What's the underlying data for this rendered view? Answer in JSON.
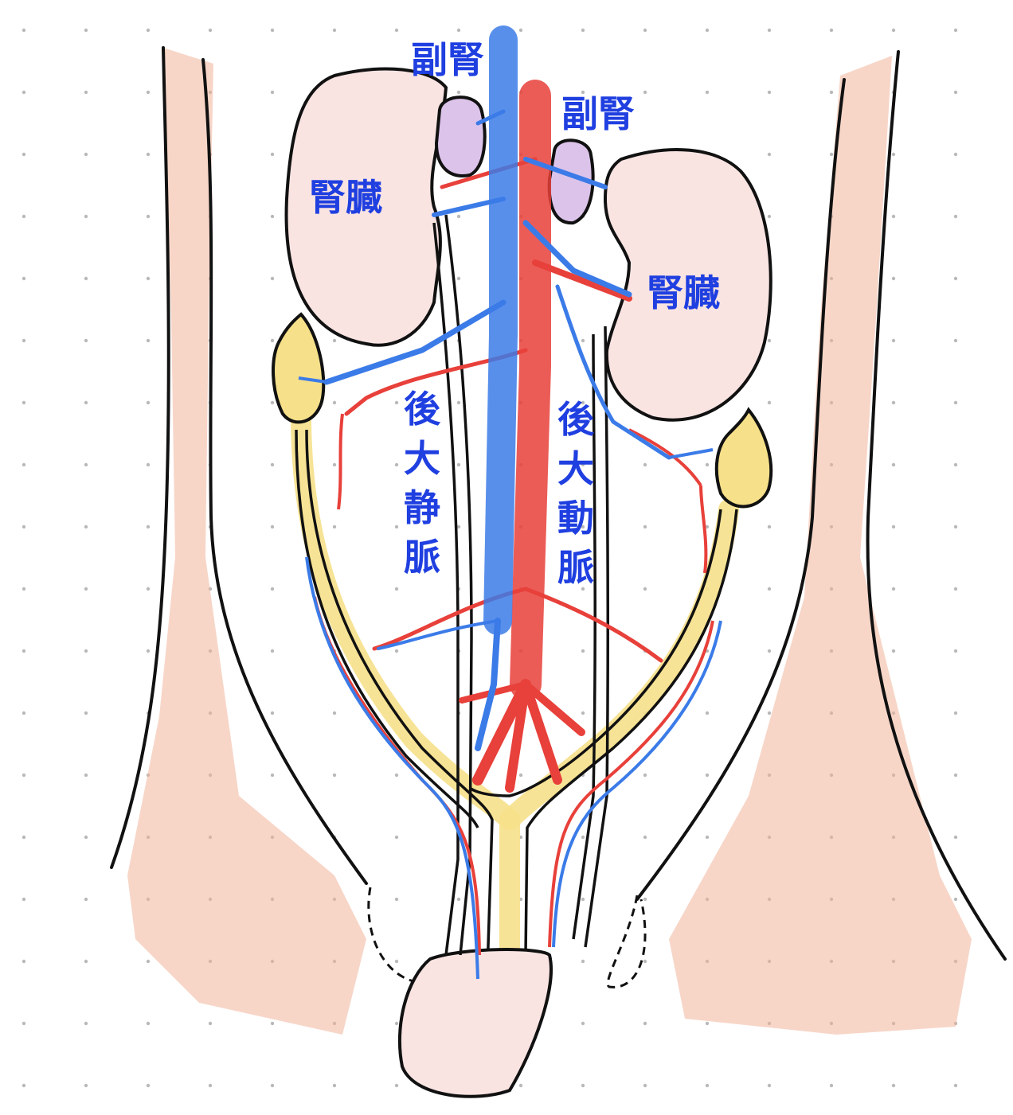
{
  "labels": {
    "adrenal_left": "副腎",
    "adrenal_right": "副腎",
    "kidney_left": "腎臓",
    "kidney_right": "腎臓",
    "ivc": [
      "後",
      "大",
      "静",
      "脈"
    ],
    "aorta": [
      "後",
      "大",
      "動",
      "脈"
    ]
  },
  "colors": {
    "label": "#1f3fe0",
    "vein": "#3b7be8",
    "artery": "#e8403a",
    "kidney_fill": "#f9e4e2",
    "adrenal_fill": "#dcc3ea",
    "muscle": "#f0b49a",
    "ureter": "#f6e08a",
    "outline": "#111111"
  }
}
